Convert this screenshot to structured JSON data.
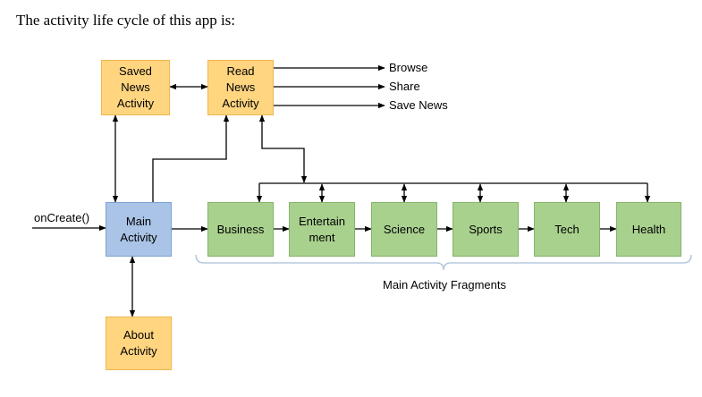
{
  "intro": "The activity life cycle of this app is:",
  "nodes": {
    "saved": "Saved\nNews\nActivity",
    "read": "Read\nNews\nActivity",
    "main": "Main\nActivity",
    "about": "About\nActivity",
    "business": "Business",
    "entertainment": "Entertain\nment",
    "science": "Science",
    "sports": "Sports",
    "tech": "Tech",
    "health": "Health"
  },
  "labels": {
    "oncreate": "onCreate()",
    "browse": "Browse",
    "share": "Share",
    "save_news": "Save News",
    "fragments": "Main Activity Fragments"
  },
  "colors": {
    "activity": "#ffd580",
    "main": "#a9c4e6",
    "fragment": "#a9d18e",
    "brace": "#a9bfd6"
  }
}
